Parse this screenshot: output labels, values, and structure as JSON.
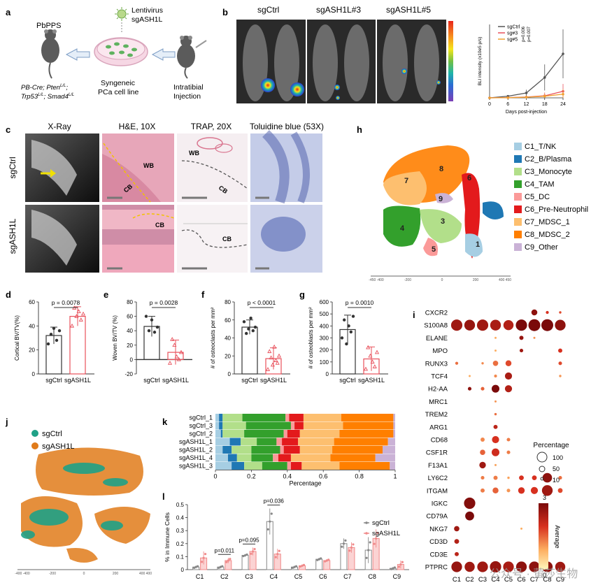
{
  "panels": {
    "a": "a",
    "b": "b",
    "c": "c",
    "d": "d",
    "e": "e",
    "f": "f",
    "g": "g",
    "h": "h",
    "i": "i",
    "j": "j",
    "k": "k",
    "l": "l"
  },
  "panel_a": {
    "mouse_left": "PbPPS",
    "genotype_1": "PB-Cre; Pten",
    "genotype_1_sup": "L/L",
    "genotype_2": "Trp53",
    "genotype_2_sup": "L/L",
    "genotype_3": "; Smad4",
    "genotype_3_sup": "L/L",
    "virus_1": "Lentivirus",
    "virus_2": "sgASH1L",
    "dish_1": "Syngeneic",
    "dish_2": "PCa cell line",
    "mouse_right_1": "Intratibial",
    "mouse_right_2": "Injection"
  },
  "panel_b": {
    "image_labels": [
      "sgCtrl",
      "sgASH1L#3",
      "sgASH1L#5"
    ],
    "colorbar_colors": [
      "#e8261c",
      "#f7931e",
      "#f5e51b",
      "#74c043",
      "#1fb5a9",
      "#2b6cd4",
      "#7b3fb6"
    ],
    "pvalue_1": "p=0.006",
    "pvalue_2": "p=0.007"
  },
  "panel_c": {
    "col_titles": [
      "X-Ray",
      "H&E, 10X",
      "TRAP, 20X",
      "Toluidine blue (53X)"
    ],
    "row_labels": [
      "sgCtrl",
      "sgASH1L"
    ],
    "wb": "WB",
    "cb": "CB"
  },
  "panel_h": {
    "legend": [
      {
        "label": "C1_T/NK",
        "color": "#a6cee3"
      },
      {
        "label": "C2_B/Plasma",
        "color": "#1f78b4"
      },
      {
        "label": "C3_Monocyte",
        "color": "#b2df8a"
      },
      {
        "label": "C4_TAM",
        "color": "#33a02c"
      },
      {
        "label": "C5_DC",
        "color": "#fb9a99"
      },
      {
        "label": "C6_Pre-Neutrophil",
        "color": "#e31a1c"
      },
      {
        "label": "C7_MDSC_1",
        "color": "#fdbf6f"
      },
      {
        "label": "C8_MDSC_2",
        "color": "#ff7f00"
      },
      {
        "label": "C9_Other",
        "color": "#cab2d6"
      }
    ],
    "cluster_labels": [
      "1",
      "3",
      "4",
      "5",
      "6",
      "7",
      "8",
      "9"
    ],
    "x_ticks": [
      "-450 -400",
      "-200",
      "0",
      "200",
      "400 450"
    ]
  },
  "panel_i": {
    "genes": [
      "CXCR2",
      "S100A8",
      "ELANE",
      "MPO",
      "RUNX3",
      "TCF4",
      "H2-AA",
      "MRC1",
      "TREM2",
      "ARG1",
      "CD68",
      "CSF1R",
      "F13A1",
      "LY6C2",
      "ITGAM",
      "IGKC",
      "CD79A",
      "NKG7",
      "CD3D",
      "CD3E",
      "PTPRC"
    ],
    "clusters": [
      "C1",
      "C2",
      "C3",
      "C4",
      "C5",
      "C6",
      "C7",
      "C8",
      "C9"
    ],
    "percentage_title": "Percentage",
    "size_ticks": [
      "100",
      "50",
      "10"
    ],
    "avg_title": "Average",
    "avg_max": "3",
    "avg_min": "0"
  },
  "panel_j": {
    "legend": [
      {
        "label": "sgCtrl",
        "color": "#1fa187"
      },
      {
        "label": "sgASH1L",
        "color": "#e07b1a"
      }
    ],
    "x_ticks": [
      "-400 -400",
      "-200",
      "0",
      "200",
      "400 400"
    ]
  },
  "watermark": "公众号 · 萤莎生物",
  "chart_data": [
    {
      "id": "b",
      "type": "line",
      "title": "",
      "xlabel": "Days post-injection",
      "ylabel": "BLI intensity (x10e5 p/s)",
      "x": [
        0,
        6,
        12,
        18,
        24
      ],
      "xlim": [
        0,
        24
      ],
      "ylim": [
        0,
        900
      ],
      "series": [
        {
          "name": "sgCtrl",
          "color": "#555555",
          "values": [
            0,
            20,
            60,
            250,
            540
          ],
          "errors": [
            0,
            10,
            40,
            160,
            300
          ]
        },
        {
          "name": "sg#3",
          "color": "#e8505b",
          "values": [
            0,
            3,
            10,
            25,
            80
          ],
          "errors": [
            0,
            2,
            8,
            40,
            90
          ]
        },
        {
          "name": "sg#5",
          "color": "#f0a030",
          "values": [
            0,
            2,
            8,
            20,
            45
          ],
          "errors": [
            0,
            2,
            6,
            25,
            60
          ]
        }
      ]
    },
    {
      "id": "d",
      "type": "bar",
      "ylabel": "Cortical BV/TV(%)",
      "categories": [
        "sgCtrl",
        "sgASH1L"
      ],
      "values": [
        32,
        48
      ],
      "errors": [
        7,
        8
      ],
      "ylim": [
        0,
        60
      ],
      "yticks": [
        "0",
        "20",
        "40",
        "60"
      ],
      "pvalue": "p = 0.0078",
      "points": [
        [
          25,
          33,
          38,
          28,
          36
        ],
        [
          40,
          55,
          48,
          52,
          45,
          50
        ]
      ],
      "colors": [
        "#333333",
        "#e8505b"
      ]
    },
    {
      "id": "e",
      "type": "bar",
      "ylabel": "Woven BV/TV (%)",
      "categories": [
        "sgCtrl",
        "sgASH1L"
      ],
      "values": [
        46,
        10
      ],
      "errors": [
        14,
        17
      ],
      "ylim": [
        -20,
        80
      ],
      "yticks": [
        "-20",
        "0",
        "20",
        "40",
        "60",
        "80"
      ],
      "pvalue": "p = 0.0028",
      "points": [
        [
          60,
          40,
          55,
          38,
          45
        ],
        [
          -5,
          28,
          20,
          4,
          0,
          10
        ]
      ],
      "colors": [
        "#333333",
        "#e8505b"
      ]
    },
    {
      "id": "f",
      "type": "bar",
      "ylabel": "# of osteoclasts per mm²",
      "categories": [
        "sgCtrl",
        "sgASH1L"
      ],
      "values": [
        52,
        17
      ],
      "errors": [
        8,
        12
      ],
      "ylim": [
        0,
        80
      ],
      "yticks": [
        "0",
        "20",
        "40",
        "60",
        "80"
      ],
      "pvalue": "p < 0.0001",
      "points": [
        [
          58,
          45,
          50,
          62,
          48,
          52
        ],
        [
          5,
          25,
          18,
          10,
          30,
          15,
          12,
          20
        ]
      ],
      "colors": [
        "#333333",
        "#e8505b"
      ]
    },
    {
      "id": "g",
      "type": "bar",
      "ylabel": "# of osteoblasts per mm²",
      "categories": [
        "sgCtrl",
        "sgASH1L"
      ],
      "values": [
        370,
        125
      ],
      "errors": [
        120,
        100
      ],
      "ylim": [
        0,
        600
      ],
      "yticks": [
        "0",
        "100",
        "200",
        "300",
        "400",
        "500",
        "600"
      ],
      "pvalue": "p = 0.0010",
      "points": [
        [
          300,
          450,
          250,
          400,
          350,
          480
        ],
        [
          40,
          220,
          150,
          100,
          60,
          180
        ]
      ],
      "colors": [
        "#333333",
        "#e8505b"
      ]
    },
    {
      "id": "k",
      "type": "bar",
      "orientation": "horizontal-stacked",
      "xlabel": "Percentage",
      "xticks": [
        "0",
        "0.2",
        "0.4",
        "0.6",
        "0.8",
        "1"
      ],
      "categories": [
        "sgCtrl_1",
        "sgCtrl_3",
        "sgCtrl_2",
        "sgASH1L_1",
        "sgASH1L_2",
        "sgASH1L_4",
        "sgASH1L_3"
      ],
      "series": [
        {
          "name": "C1",
          "color": "#a6cee3",
          "values": [
            0.02,
            0.02,
            0.03,
            0.08,
            0.04,
            0.07,
            0.09
          ]
        },
        {
          "name": "C2",
          "color": "#1f78b4",
          "values": [
            0.02,
            0.02,
            0.01,
            0.06,
            0.05,
            0.05,
            0.07
          ]
        },
        {
          "name": "C3",
          "color": "#b2df8a",
          "values": [
            0.11,
            0.13,
            0.12,
            0.09,
            0.11,
            0.08,
            0.1
          ]
        },
        {
          "name": "C4",
          "color": "#33a02c",
          "values": [
            0.24,
            0.25,
            0.22,
            0.11,
            0.16,
            0.12,
            0.14
          ]
        },
        {
          "name": "C5",
          "color": "#fb9a99",
          "values": [
            0.02,
            0.02,
            0.02,
            0.03,
            0.02,
            0.03,
            0.02
          ]
        },
        {
          "name": "C6",
          "color": "#e31a1c",
          "values": [
            0.08,
            0.05,
            0.07,
            0.09,
            0.09,
            0.07,
            0.06
          ]
        },
        {
          "name": "C7",
          "color": "#fdbf6f",
          "values": [
            0.21,
            0.22,
            0.22,
            0.2,
            0.18,
            0.22,
            0.21
          ]
        },
        {
          "name": "C8",
          "color": "#ff7f00",
          "values": [
            0.29,
            0.28,
            0.3,
            0.3,
            0.28,
            0.25,
            0.28
          ]
        },
        {
          "name": "C9",
          "color": "#cab2d6",
          "values": [
            0.01,
            0.01,
            0.01,
            0.04,
            0.07,
            0.11,
            0.03
          ]
        }
      ]
    },
    {
      "id": "l",
      "type": "bar",
      "ylabel": "% in Immune Cells",
      "categories": [
        "C1",
        "C2",
        "C3",
        "C4",
        "C5",
        "C6",
        "C7",
        "C8",
        "C9"
      ],
      "ylim": [
        0,
        0.5
      ],
      "yticks": [
        "0",
        "0.1",
        "0.2",
        "0.3",
        "0.4",
        "0.5"
      ],
      "series": [
        {
          "name": "sgCtrl",
          "color": "#888888",
          "values": [
            0.02,
            0.02,
            0.11,
            0.37,
            0.02,
            0.08,
            0.2,
            0.15,
            0.01
          ],
          "errors": [
            0.01,
            0.01,
            0.01,
            0.1,
            0.01,
            0.01,
            0.04,
            0.1,
            0.01
          ]
        },
        {
          "name": "sgASH1L",
          "color": "#f08a8a",
          "values": [
            0.09,
            0.07,
            0.14,
            0.12,
            0.03,
            0.07,
            0.17,
            0.24,
            0.04
          ],
          "errors": [
            0.05,
            0.02,
            0.03,
            0.04,
            0.01,
            0.01,
            0.04,
            0.07,
            0.03
          ]
        }
      ],
      "pvalues": [
        {
          "text": "p=0.011",
          "cat": 1
        },
        {
          "text": "p=0.095",
          "cat": 2
        },
        {
          "text": "p=0.036",
          "cat": 3
        }
      ]
    }
  ]
}
